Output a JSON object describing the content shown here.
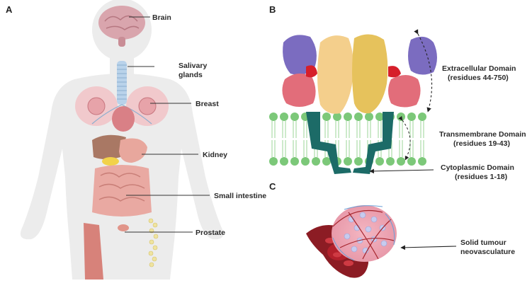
{
  "panels": {
    "a": "A",
    "b": "B",
    "c": "C"
  },
  "organs": {
    "brain": "Brain",
    "salivary_1": "Salivary",
    "salivary_2": "glands",
    "breast": "Breast",
    "kidney": "Kidney",
    "small_intestine": "Small intestine",
    "prostate": "Prostate"
  },
  "domains": {
    "extracellular_1": "Extracellular Domain",
    "extracellular_2": "(residues 44-750)",
    "transmembrane_1": "Transmembrane Domain",
    "transmembrane_2": "(residues 19-43)",
    "cytoplasmic_1": "Cytoplasmic Domain",
    "cytoplasmic_2": "(residues 1-18)"
  },
  "tumour": {
    "line1": "Solid tumour",
    "line2": "neovasculature"
  }
}
